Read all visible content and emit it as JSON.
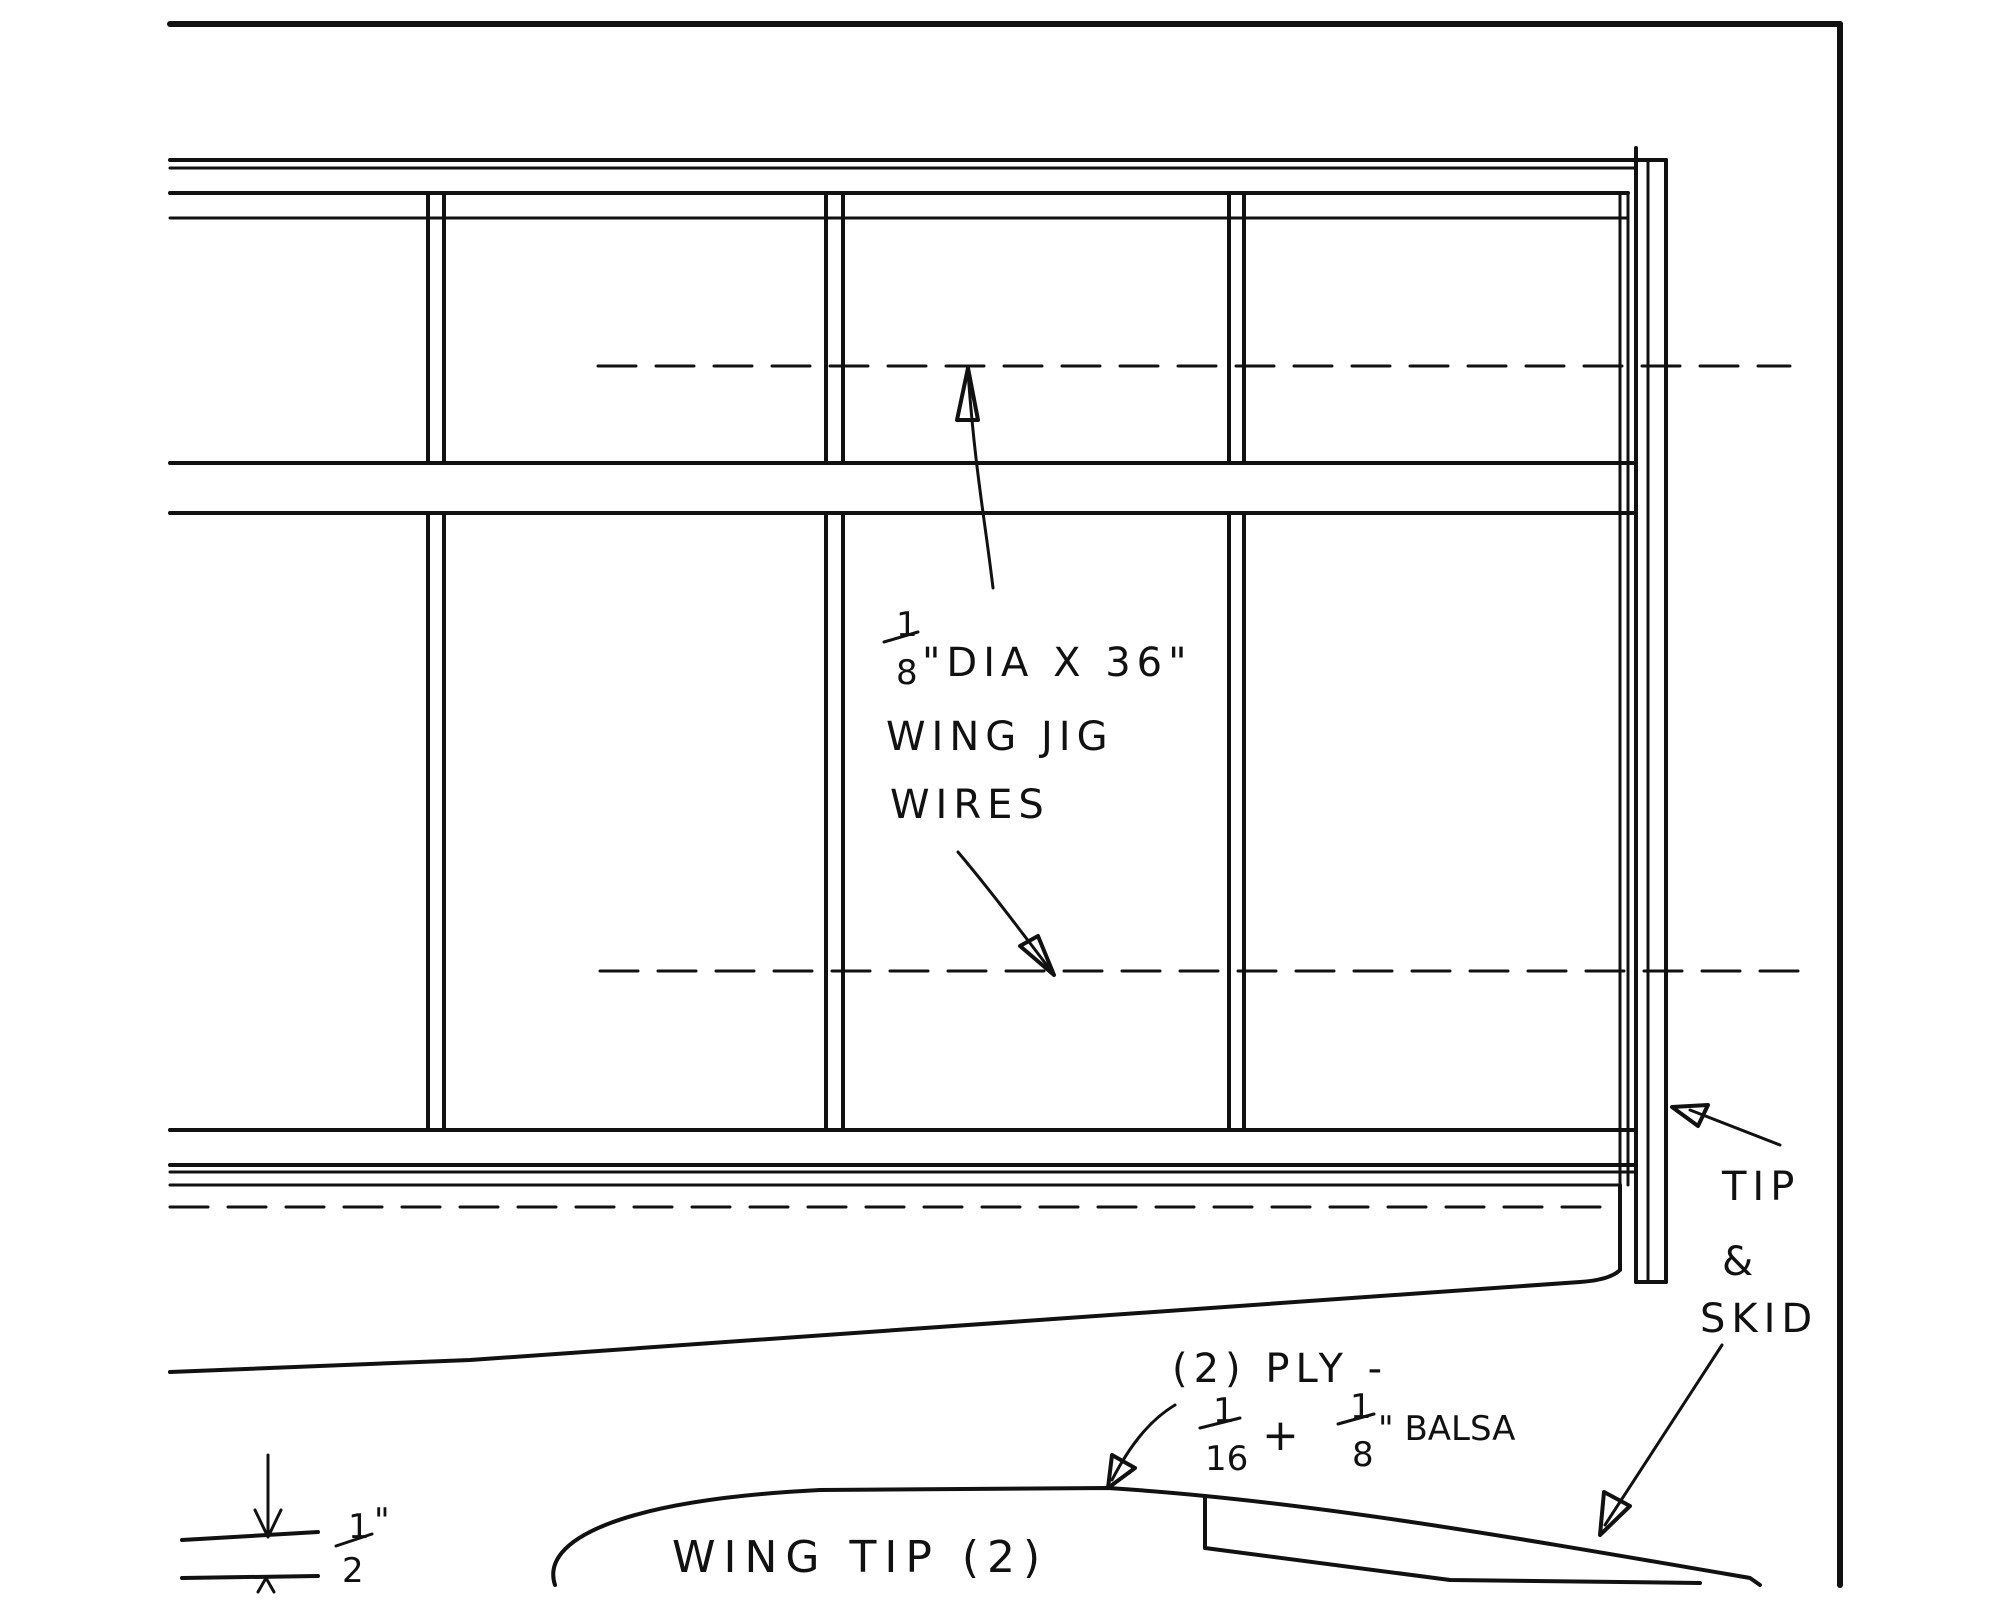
{
  "labels": {
    "jig_wire_fraction_num": "1",
    "jig_wire_fraction_den": "8",
    "jig_wire_line1_rest": "\"DIA X 36\"",
    "jig_wire_line2": "WING JIG",
    "jig_wire_line3": "WIRES",
    "tip_line1": "TIP",
    "tip_line2": "&",
    "tip_line3": "SKID",
    "ply_line1": "(2) PLY -",
    "ply_frac1_num": "1",
    "ply_frac1_den": "16",
    "ply_plus": "+",
    "ply_frac2_num": "1",
    "ply_frac2_den": "8",
    "ply_balsa": "\" BALSA",
    "wing_tip": "WING TIP (2)",
    "dim_num": "1",
    "dim_den": "2",
    "dim_inch": "\""
  },
  "colors": {
    "ink": "#111111",
    "paper": "#ffffff"
  }
}
